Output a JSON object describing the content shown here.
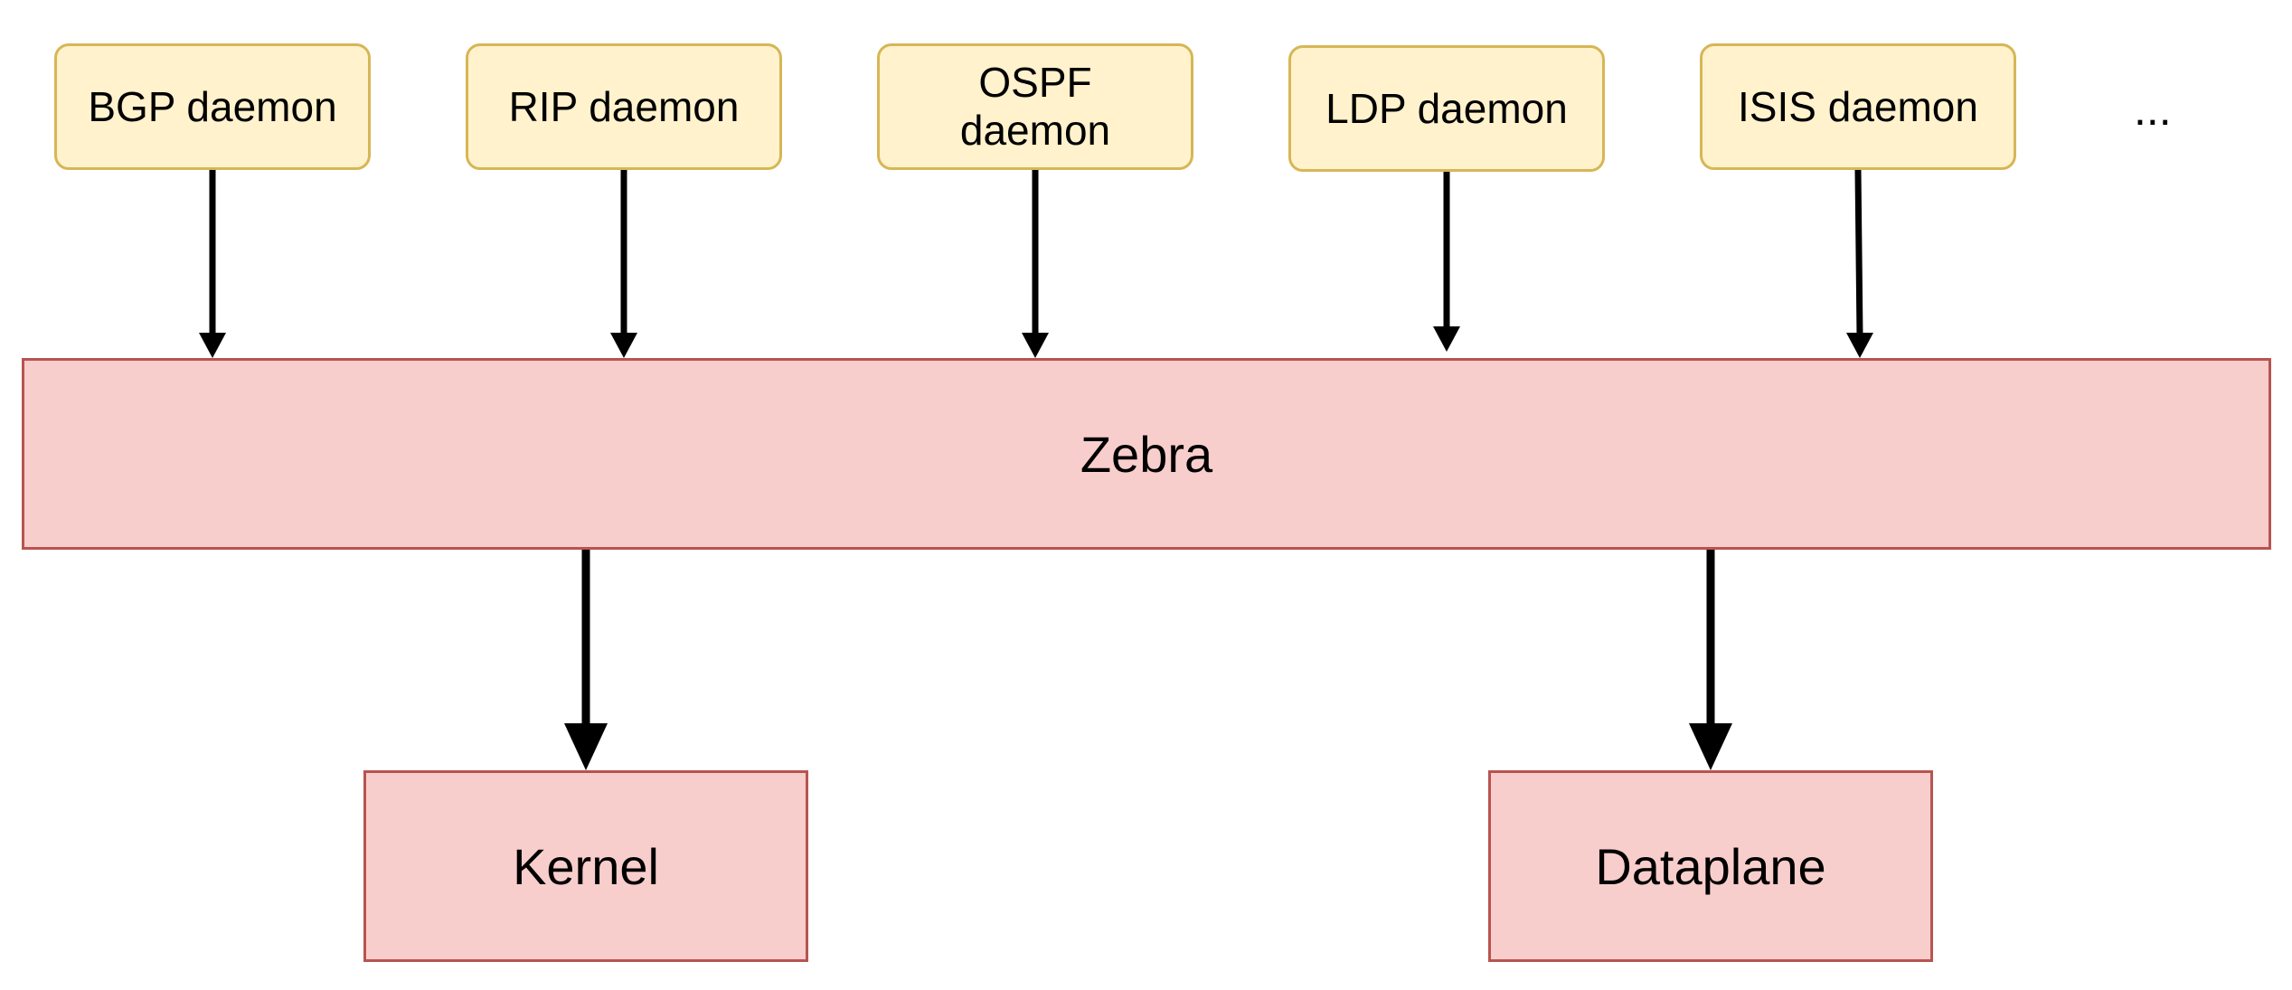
{
  "daemons": [
    {
      "label": "BGP daemon"
    },
    {
      "label": "RIP daemon"
    },
    {
      "label": "OSPF daemon"
    },
    {
      "label": "LDP daemon"
    },
    {
      "label": "ISIS daemon"
    }
  ],
  "ellipsis": "...",
  "zebra": {
    "label": "Zebra"
  },
  "kernel": {
    "label": "Kernel"
  },
  "dataplane": {
    "label": "Dataplane"
  },
  "colors": {
    "daemon_fill": "#fff2cc",
    "daemon_border": "#d6b656",
    "block_fill": "#f8cecc",
    "block_border": "#b85450",
    "arrow": "#000000"
  },
  "edges": [
    {
      "from": "BGP daemon",
      "to": "Zebra"
    },
    {
      "from": "RIP daemon",
      "to": "Zebra"
    },
    {
      "from": "OSPF daemon",
      "to": "Zebra"
    },
    {
      "from": "LDP daemon",
      "to": "Zebra"
    },
    {
      "from": "ISIS daemon",
      "to": "Zebra"
    },
    {
      "from": "Zebra",
      "to": "Kernel"
    },
    {
      "from": "Zebra",
      "to": "Dataplane"
    }
  ]
}
